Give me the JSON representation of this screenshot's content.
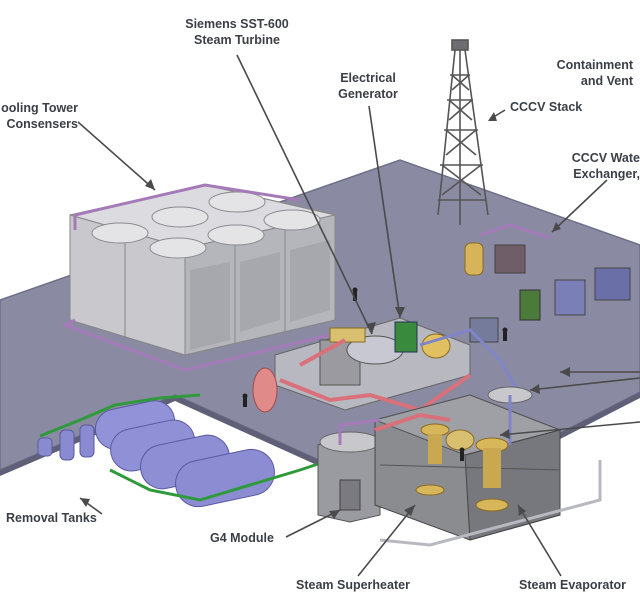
{
  "labels": {
    "turbine": [
      "Siemens SST-600",
      "Steam Turbine"
    ],
    "generator": [
      "Electrical",
      "Generator"
    ],
    "containment": [
      "Containment",
      "and  Vent"
    ],
    "cooling": [
      "ooling Tower",
      "Consensers"
    ],
    "stack": "CCCV Stack",
    "cccv_water": [
      "CCCV Wate",
      "Exchanger,"
    ],
    "removal": "Removal Tanks",
    "g4": "G4 Module",
    "superheater": "Steam Superheater",
    "evaporator": "Steam Evaporator"
  },
  "colors": {
    "ground": "#8a8ba3",
    "ground_edge": "#6e6f88",
    "cooling_tower": "#cfcfd3",
    "tank": "#8f8fd6",
    "pipe_red": "#d9707a",
    "pipe_purple": "#a47bb8",
    "pipe_green": "#2f9a3c",
    "pit": "#8b8c90",
    "stack": "#5a5a5e",
    "leader": "#4a4a4a",
    "text": "#3a3f46"
  }
}
